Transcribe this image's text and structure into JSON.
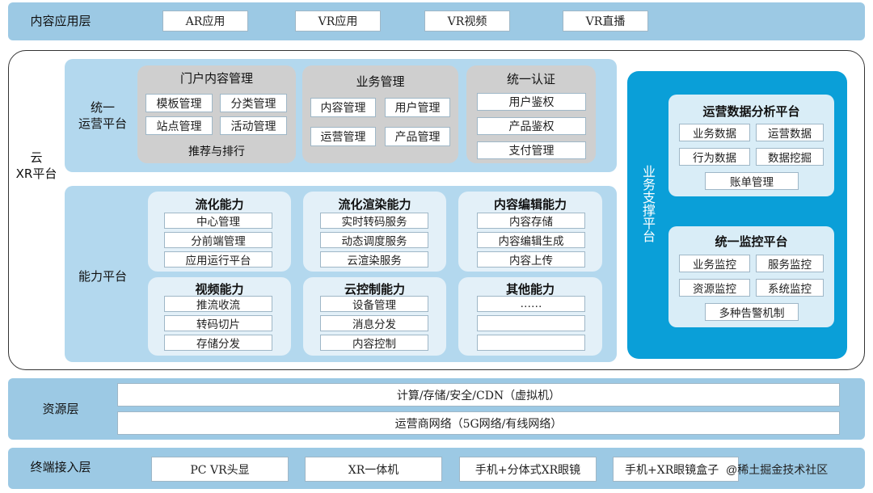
{
  "content_layer": {
    "label": "内容应用层",
    "items": [
      "AR应用",
      "VR应用",
      "VR视频",
      "VR直播"
    ]
  },
  "cloud_xr": {
    "label_line1": "云",
    "label_line2": "XR平台"
  },
  "ops_platform": {
    "label_line1": "统一",
    "label_line2": "运营平台",
    "portal": {
      "title": "门户内容管理",
      "items": [
        "模板管理",
        "分类管理",
        "站点管理",
        "活动管理"
      ],
      "footer": "推荐与排行"
    },
    "business": {
      "title": "业务管理",
      "items": [
        "内容管理",
        "用户管理",
        "运营管理",
        "产品管理"
      ]
    },
    "auth": {
      "title": "统一认证",
      "items": [
        "用户鉴权",
        "产品鉴权",
        "支付管理"
      ]
    }
  },
  "capability_platform": {
    "label": "能力平台",
    "groups": [
      {
        "title": "流化能力",
        "items": [
          "中心管理",
          "分前端管理",
          "应用运行平台"
        ]
      },
      {
        "title": "流化渲染能力",
        "items": [
          "实时转码服务",
          "动态调度服务",
          "云渲染服务"
        ]
      },
      {
        "title": "内容编辑能力",
        "items": [
          "内容存储",
          "内容编辑生成",
          "内容上传"
        ]
      },
      {
        "title": "视频能力",
        "items": [
          "推流收流",
          "转码切片",
          "存储分发"
        ]
      },
      {
        "title": "云控制能力",
        "items": [
          "设备管理",
          "消息分发",
          "内容控制"
        ]
      },
      {
        "title": "其他能力",
        "items": [
          "……",
          "",
          ""
        ]
      }
    ]
  },
  "business_support": {
    "label": "业务支撑平台",
    "analytics": {
      "title": "运营数据分析平台",
      "items": [
        "业务数据",
        "运营数据",
        "行为数据",
        "数据挖掘"
      ],
      "footer": "账单管理"
    },
    "monitor": {
      "title": "统一监控平台",
      "items": [
        "业务监控",
        "服务监控",
        "资源监控",
        "系统监控"
      ],
      "footer": "多种告警机制"
    }
  },
  "resource_layer": {
    "label": "资源层",
    "rows": [
      "计算/存储/安全/CDN（虚拟机）",
      "运营商网络（5G网络/有线网络）"
    ]
  },
  "terminal_layer": {
    "label": "终端接入层",
    "items": [
      "PC VR头显",
      "XR一体机",
      "手机+分体式XR眼镜",
      "手机+XR眼镜盒子"
    ]
  },
  "watermark": "@稀土掘金技术社区",
  "colors": {
    "band": "#9cc9e4",
    "blue_panel": "#0a9fd8",
    "gray_box": "#cfcfcf",
    "light_panel": "#e3f0f8"
  }
}
